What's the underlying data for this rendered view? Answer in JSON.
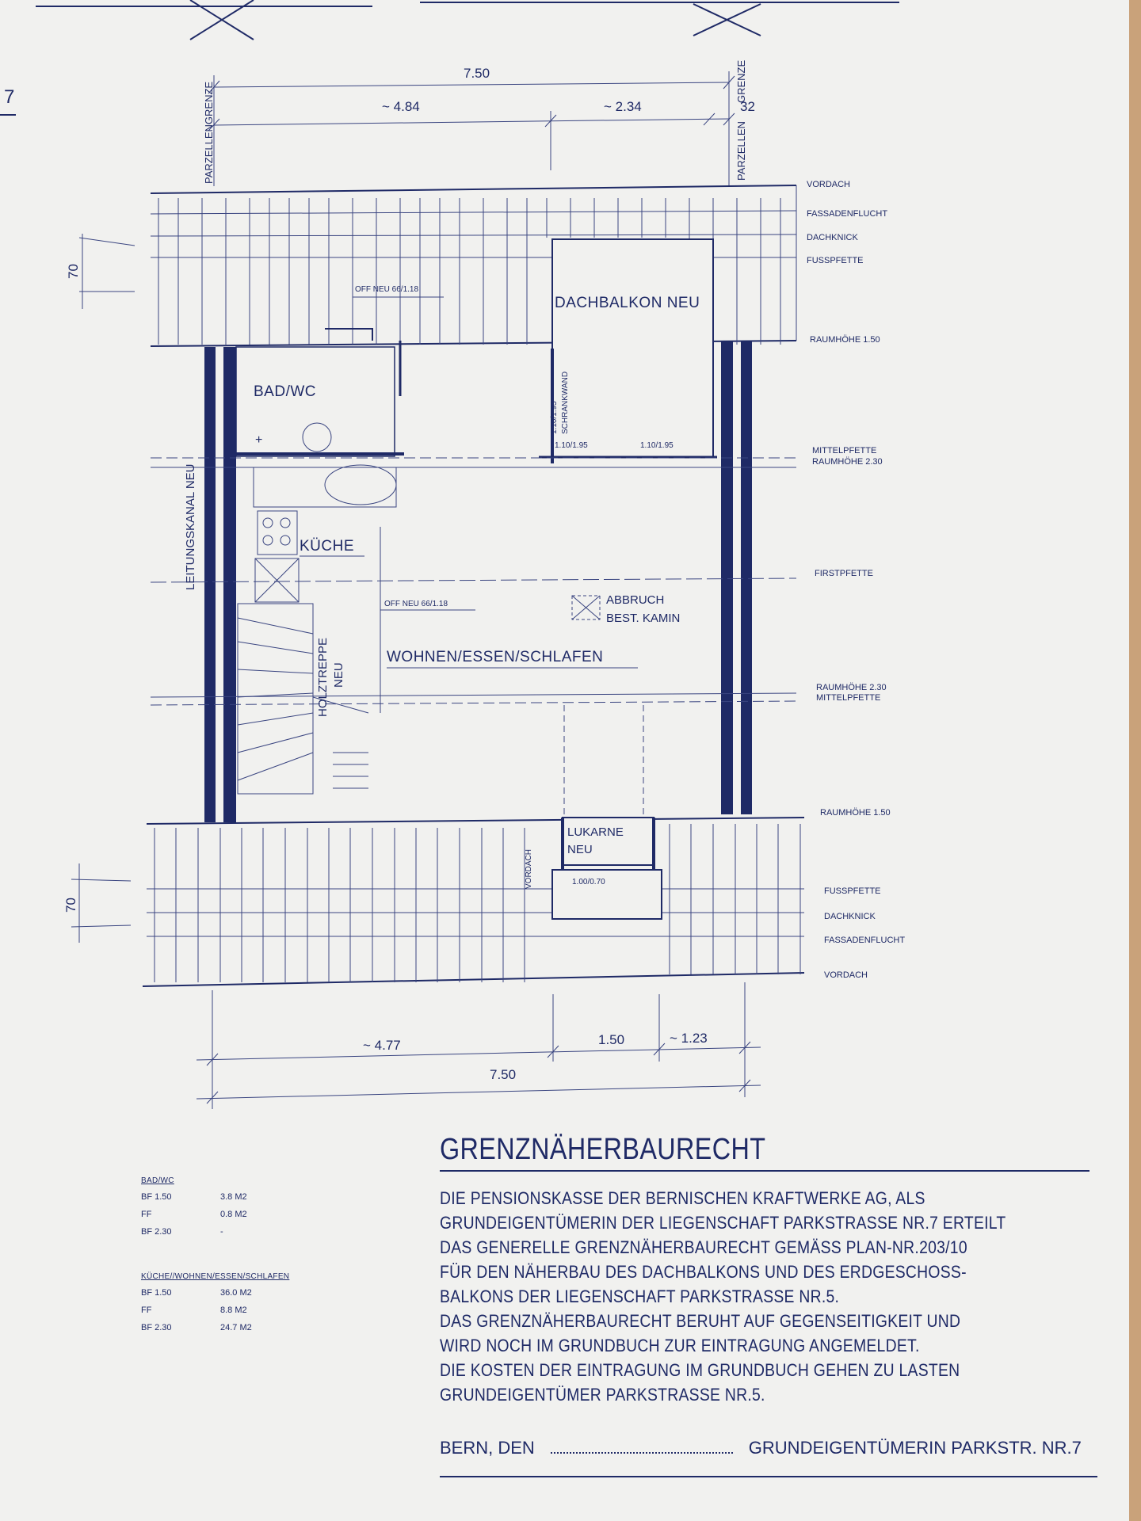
{
  "dimensions": {
    "top_total": "7.50",
    "top_left": "~ 4.84",
    "top_mid": "~ 2.34",
    "top_right": "32",
    "bottom_left": "~ 4.77",
    "bottom_mid": "1.50",
    "bottom_right": "~ 1.23",
    "bottom_total": "7.50",
    "left_top_70": "70",
    "left_bottom_70": "70",
    "top_left_edge": "7"
  },
  "plan_labels": {
    "parzellengrenze_left": "PARZELLENGRENZE",
    "parzellengrenze_right_a": "PARZELLEN",
    "parzellengrenze_right_b": "GRENZE",
    "dachbalkon": "DACHBALKON NEU",
    "bad_wc": "BAD/WC",
    "kueche": "KÜCHE",
    "wohnen": "WOHNEN/ESSEN/SCHLAFEN",
    "leitungskanal": "LEITUNGSKANAL NEU",
    "holztreppe_a": "HOLZTREPPE",
    "holztreppe_b": "NEU",
    "abbruch": "ABBRUCH",
    "kamin": "BEST. KAMIN",
    "lukarne_a": "LUKARNE",
    "lukarne_b": "NEU",
    "vordach_vertical": "VORDACH",
    "lukarne_size": "1.00/0.70",
    "off_top": "OFF NEU 66/1.18",
    "off_mid": "OFF NEU 66/1.18",
    "window_a": "1.10/1.95",
    "window_b": "1.10/1.95",
    "window_c": "1.10/1.95",
    "schrankwand": "SCHRANKWAND"
  },
  "side_labels_top": [
    "VORDACH",
    "FASSADENFLUCHT",
    "DACHKNICK",
    "FUSSPFETTE",
    "RAUMHÖHE 1.50",
    "MITTELPFETTE",
    "RAUMHÖHE 2.30",
    "FIRSTPFETTE",
    "RAUMHÖHE 2.30",
    "MITTELPFETTE",
    "RAUMHÖHE 1.50"
  ],
  "side_labels_bottom": [
    "FUSSPFETTE",
    "DACHKNICK",
    "FASSADENFLUCHT",
    "VORDACH"
  ],
  "area_table": {
    "bad": {
      "header": "BAD/WC",
      "rows": [
        [
          "BF 1.50",
          "3.8 M2"
        ],
        [
          "FF",
          "0.8 M2"
        ],
        [
          "BF 2.30",
          "-"
        ]
      ]
    },
    "kueche": {
      "header": "KÜCHE//WOHNEN/ESSEN/SCHLAFEN",
      "rows": [
        [
          "BF 1.50",
          "36.0 M2"
        ],
        [
          "FF",
          "8.8 M2"
        ],
        [
          "BF 2.30",
          "24.7 M2"
        ]
      ]
    }
  },
  "statement": {
    "heading": "GRENZNÄHERBAURECHT",
    "lines": [
      "DIE PENSIONSKASSE DER BERNISCHEN KRAFTWERKE AG, ALS",
      "GRUNDEIGENTÜMERIN DER LIEGENSCHAFT PARKSTRASSE NR.7 ERTEILT",
      "DAS GENERELLE GRENZNÄHERBAURECHT GEMÄSS PLAN-NR.203/10",
      "FÜR DEN NÄHERBAU DES DACHBALKONS UND DES ERDGESCHOSS-",
      "BALKONS DER LIEGENSCHAFT PARKSTRASSE NR.5.",
      "DAS GRENZNÄHERBAURECHT BERUHT AUF GEGENSEITIGKEIT UND",
      "WIRD NOCH IM GRUNDBUCH ZUR EINTRAGUNG ANGEMELDET.",
      "DIE KOSTEN DER EINTRAGUNG IM GRUNDBUCH GEHEN ZU LASTEN",
      "GRUNDEIGENTÜMER PARKSTRASSE NR.5."
    ]
  },
  "signature": {
    "place": "BERN, DEN",
    "owner": "GRUNDEIGENTÜMERIN PARKSTR. NR.7"
  }
}
